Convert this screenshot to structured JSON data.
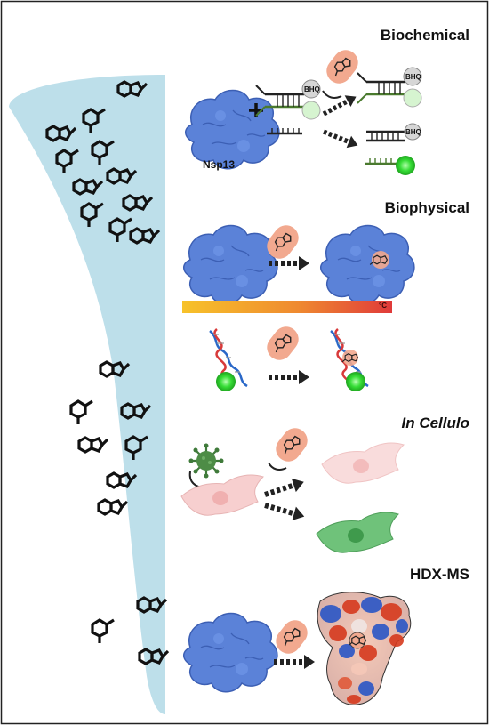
{
  "sections": {
    "biochemical": "Biochemical",
    "biophysical": "Biophysical",
    "in_cellulo": "In Cellulo",
    "hdx_ms": "HDX-MS"
  },
  "labels": {
    "protein": "Nsp13",
    "quencher": "BHQ",
    "temperature_unit": "°C"
  },
  "colors": {
    "funnel": "#bddfea",
    "protein": "#5b82d8",
    "compound_capsule": "#f2a98f",
    "fluorescence": "#3ee03e",
    "cell_pink": "#f7cfcf",
    "cell_green": "#6fc27a",
    "virus": "#3f7a3a",
    "gradient_start": "#f7c22a",
    "gradient_end": "#e03a3a"
  }
}
